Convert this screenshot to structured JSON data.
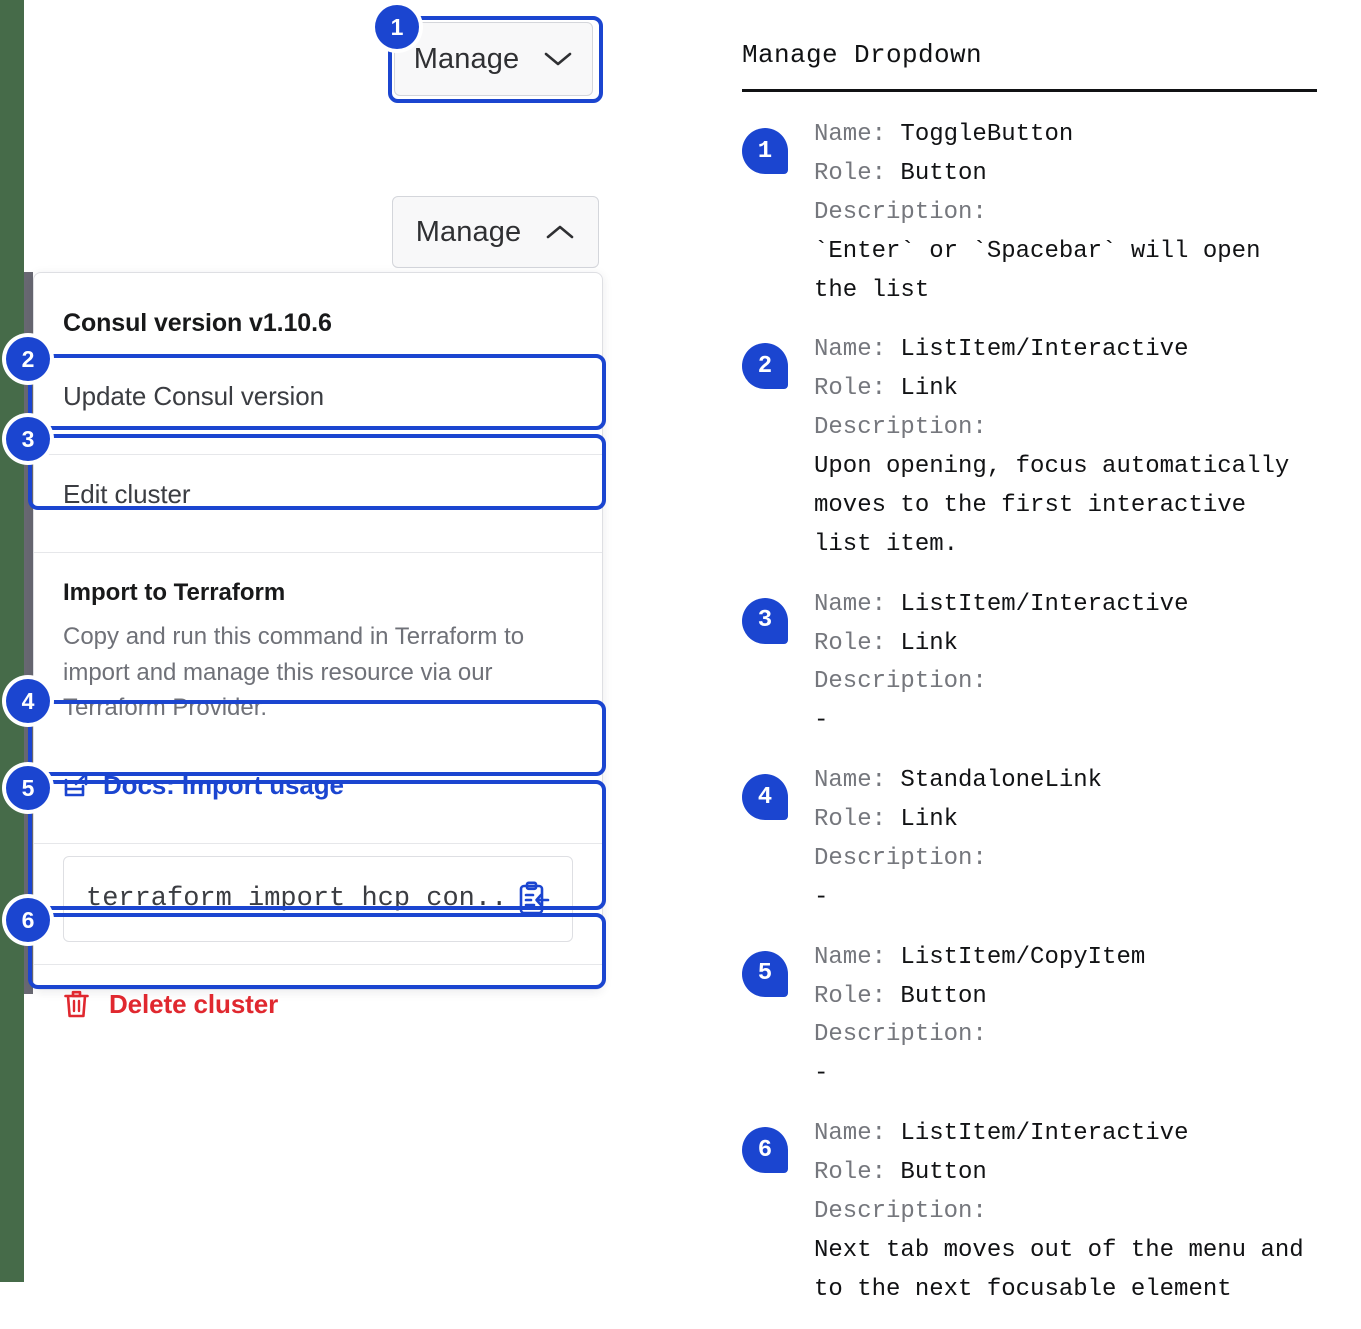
{
  "rails": {
    "green_color": "#466B49",
    "gray_color": "#5b5b66"
  },
  "colors": {
    "accent": "#1b45d0",
    "link": "#1b45d0",
    "danger": "#e0282f",
    "muted_text": "#6f7178",
    "panel_key": "#75777d"
  },
  "demo": {
    "toggle_collapsed": {
      "label": "Manage",
      "icon": "chevron-down-icon"
    },
    "toggle_expanded": {
      "label": "Manage",
      "icon": "chevron-up-icon"
    },
    "dropdown": {
      "version_header": "Consul version v1.10.6",
      "update_item": "Update Consul version",
      "edit_item": "Edit cluster",
      "terraform_heading": "Import to Terraform",
      "terraform_body": "Copy and run this command in Terraform to import and manage this resource via our Terraform Provider.",
      "docs_link": "Docs: Import usage",
      "docs_link_icon": "external-link-docs-icon",
      "code_value": "terraform import hcp_con...",
      "copy_icon": "clipboard-copy-icon",
      "delete_item": "Delete cluster",
      "delete_icon": "trash-icon"
    },
    "bullets": [
      "1",
      "2",
      "3",
      "4",
      "5",
      "6"
    ]
  },
  "panel": {
    "title": "Manage Dropdown",
    "labels": {
      "name": "Name:",
      "role": "Role:",
      "description": "Description:"
    },
    "entries": [
      {
        "marker": "1",
        "name": "ToggleButton",
        "role": "Button",
        "description": "`Enter` or `Spacebar` will open\nthe list"
      },
      {
        "marker": "2",
        "name": "ListItem/Interactive",
        "role": "Link",
        "description": "Upon opening, focus automatically\nmoves to the first interactive\nlist item."
      },
      {
        "marker": "3",
        "name": "ListItem/Interactive",
        "role": "Link",
        "description": "-"
      },
      {
        "marker": "4",
        "name": "StandaloneLink",
        "role": "Link",
        "description": "-"
      },
      {
        "marker": "5",
        "name": "ListItem/CopyItem",
        "role": "Button",
        "description": "-"
      },
      {
        "marker": "6",
        "name": "ListItem/Interactive",
        "role": "Button",
        "description": "Next tab moves out of the menu and\nto the next focusable element"
      }
    ]
  }
}
